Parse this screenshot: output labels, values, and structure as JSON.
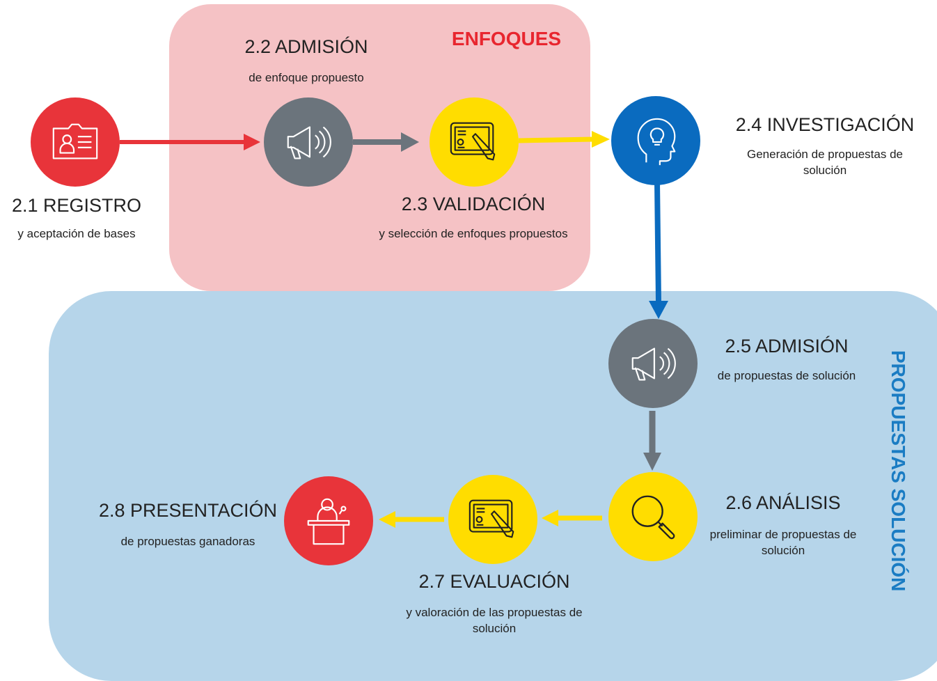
{
  "zones": {
    "enfoques": {
      "label": "ENFOQUES",
      "color": "#e8262f",
      "fill": "#f5c2c5"
    },
    "propuestas": {
      "label": "PROPUESTAS SOLUCIÓN",
      "color": "#1a7cc3",
      "fill": "#b6d5ea"
    }
  },
  "colors": {
    "red": "#e8343a",
    "gray": "#6b747c",
    "yellow": "#ffdd00",
    "blue": "#0a6bbf"
  },
  "steps": [
    {
      "id": "2.1",
      "title": "2.1 REGISTRO",
      "subtitle": "y aceptación de bases",
      "icon": "id-card-icon",
      "color": "red"
    },
    {
      "id": "2.2",
      "title": "2.2 ADMISIÓN",
      "subtitle": "de enfoque propuesto",
      "icon": "megaphone-icon",
      "color": "gray"
    },
    {
      "id": "2.3",
      "title": "2.3 VALIDACIÓN",
      "subtitle": "y selección de enfoques propuestos",
      "icon": "tablet-pen-icon",
      "color": "yellow"
    },
    {
      "id": "2.4",
      "title": "2.4 INVESTIGACIÓN",
      "subtitle": "Generación de propuestas de solución",
      "icon": "head-lightbulb-icon",
      "color": "blue"
    },
    {
      "id": "2.5",
      "title": "2.5 ADMISIÓN",
      "subtitle": "de propuestas de solución",
      "icon": "megaphone-icon",
      "color": "gray"
    },
    {
      "id": "2.6",
      "title": "2.6 ANÁLISIS",
      "subtitle": "preliminar de propuestas de solución",
      "icon": "magnifier-icon",
      "color": "yellow"
    },
    {
      "id": "2.7",
      "title": "2.7 EVALUACIÓN",
      "subtitle": "y valoración de las propuestas de solución",
      "icon": "tablet-pen-icon",
      "color": "yellow"
    },
    {
      "id": "2.8",
      "title": "2.8 PRESENTACIÓN",
      "subtitle": "de propuestas ganadoras",
      "icon": "speaker-podium-icon",
      "color": "red"
    }
  ],
  "connections": [
    {
      "from": "2.1",
      "to": "2.2",
      "color": "red"
    },
    {
      "from": "2.2",
      "to": "2.3",
      "color": "gray"
    },
    {
      "from": "2.3",
      "to": "2.4",
      "color": "yellow"
    },
    {
      "from": "2.4",
      "to": "2.5",
      "color": "blue"
    },
    {
      "from": "2.5",
      "to": "2.6",
      "color": "gray"
    },
    {
      "from": "2.6",
      "to": "2.7",
      "color": "yellow"
    },
    {
      "from": "2.7",
      "to": "2.8",
      "color": "yellow"
    }
  ]
}
